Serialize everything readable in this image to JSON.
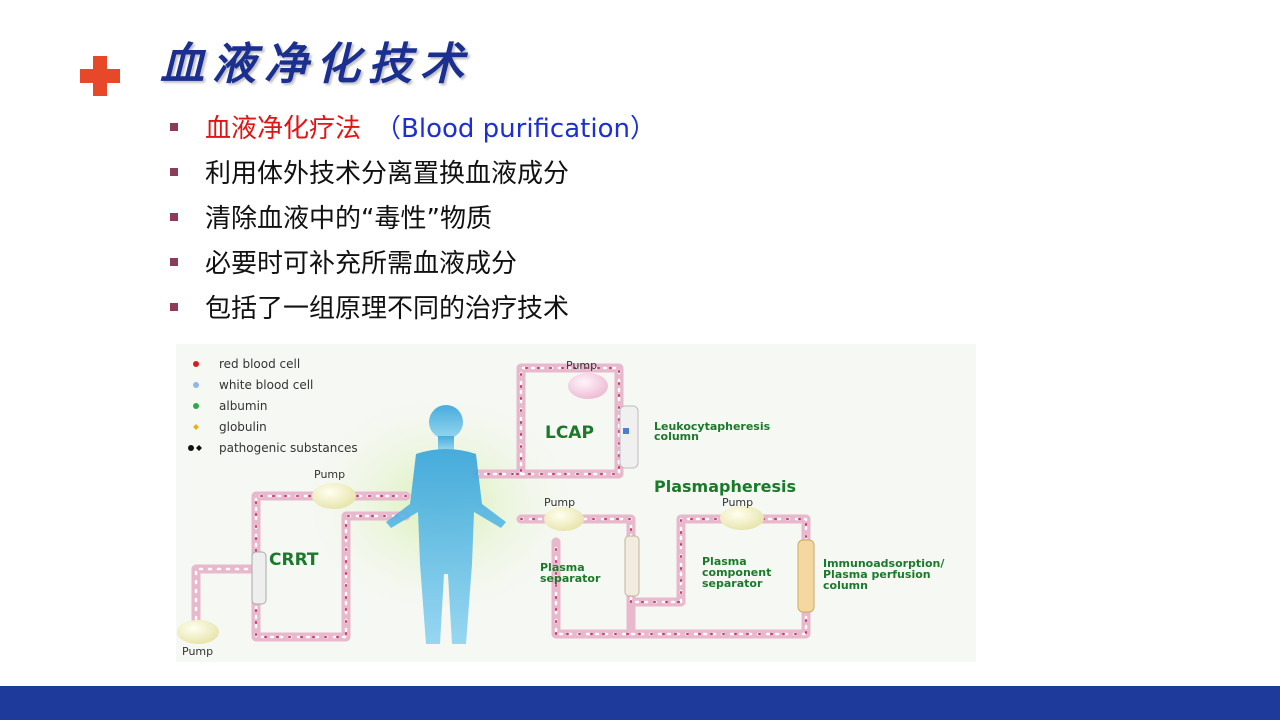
{
  "slide": {
    "title": "血液净化技术",
    "bullets": [
      {
        "red": "血液净化疗法",
        "blue": "（Blood purification）"
      },
      {
        "text": "利用体外技术分离置换血液成分"
      },
      {
        "text": "清除血液中的“毒性”物质"
      },
      {
        "text": "必要时可补充所需血液成分"
      },
      {
        "text": "包括了一组原理不同的治疗技术"
      }
    ]
  },
  "diagram": {
    "legend": [
      "red blood cell",
      "white blood cell",
      "albumin",
      "globulin",
      "pathogenic substances"
    ],
    "legend_colors": [
      "#d02020",
      "#8fb6e6",
      "#2ea84a",
      "#e8b020",
      "#111111"
    ],
    "pump_label": "Pump",
    "sections": {
      "lcap": "LCAP",
      "crrt": "CRRT",
      "plasmapheresis": "Plasmapheresis"
    },
    "lcap_column": [
      "Leukocytapheresis",
      "column"
    ],
    "plasma_separator": [
      "Plasma",
      "separator"
    ],
    "plasma_component_separator": [
      "Plasma",
      "component",
      "separator"
    ],
    "immunoadsorption": [
      "Immunoadsorption/",
      "Plasma perfusion",
      "column"
    ]
  }
}
